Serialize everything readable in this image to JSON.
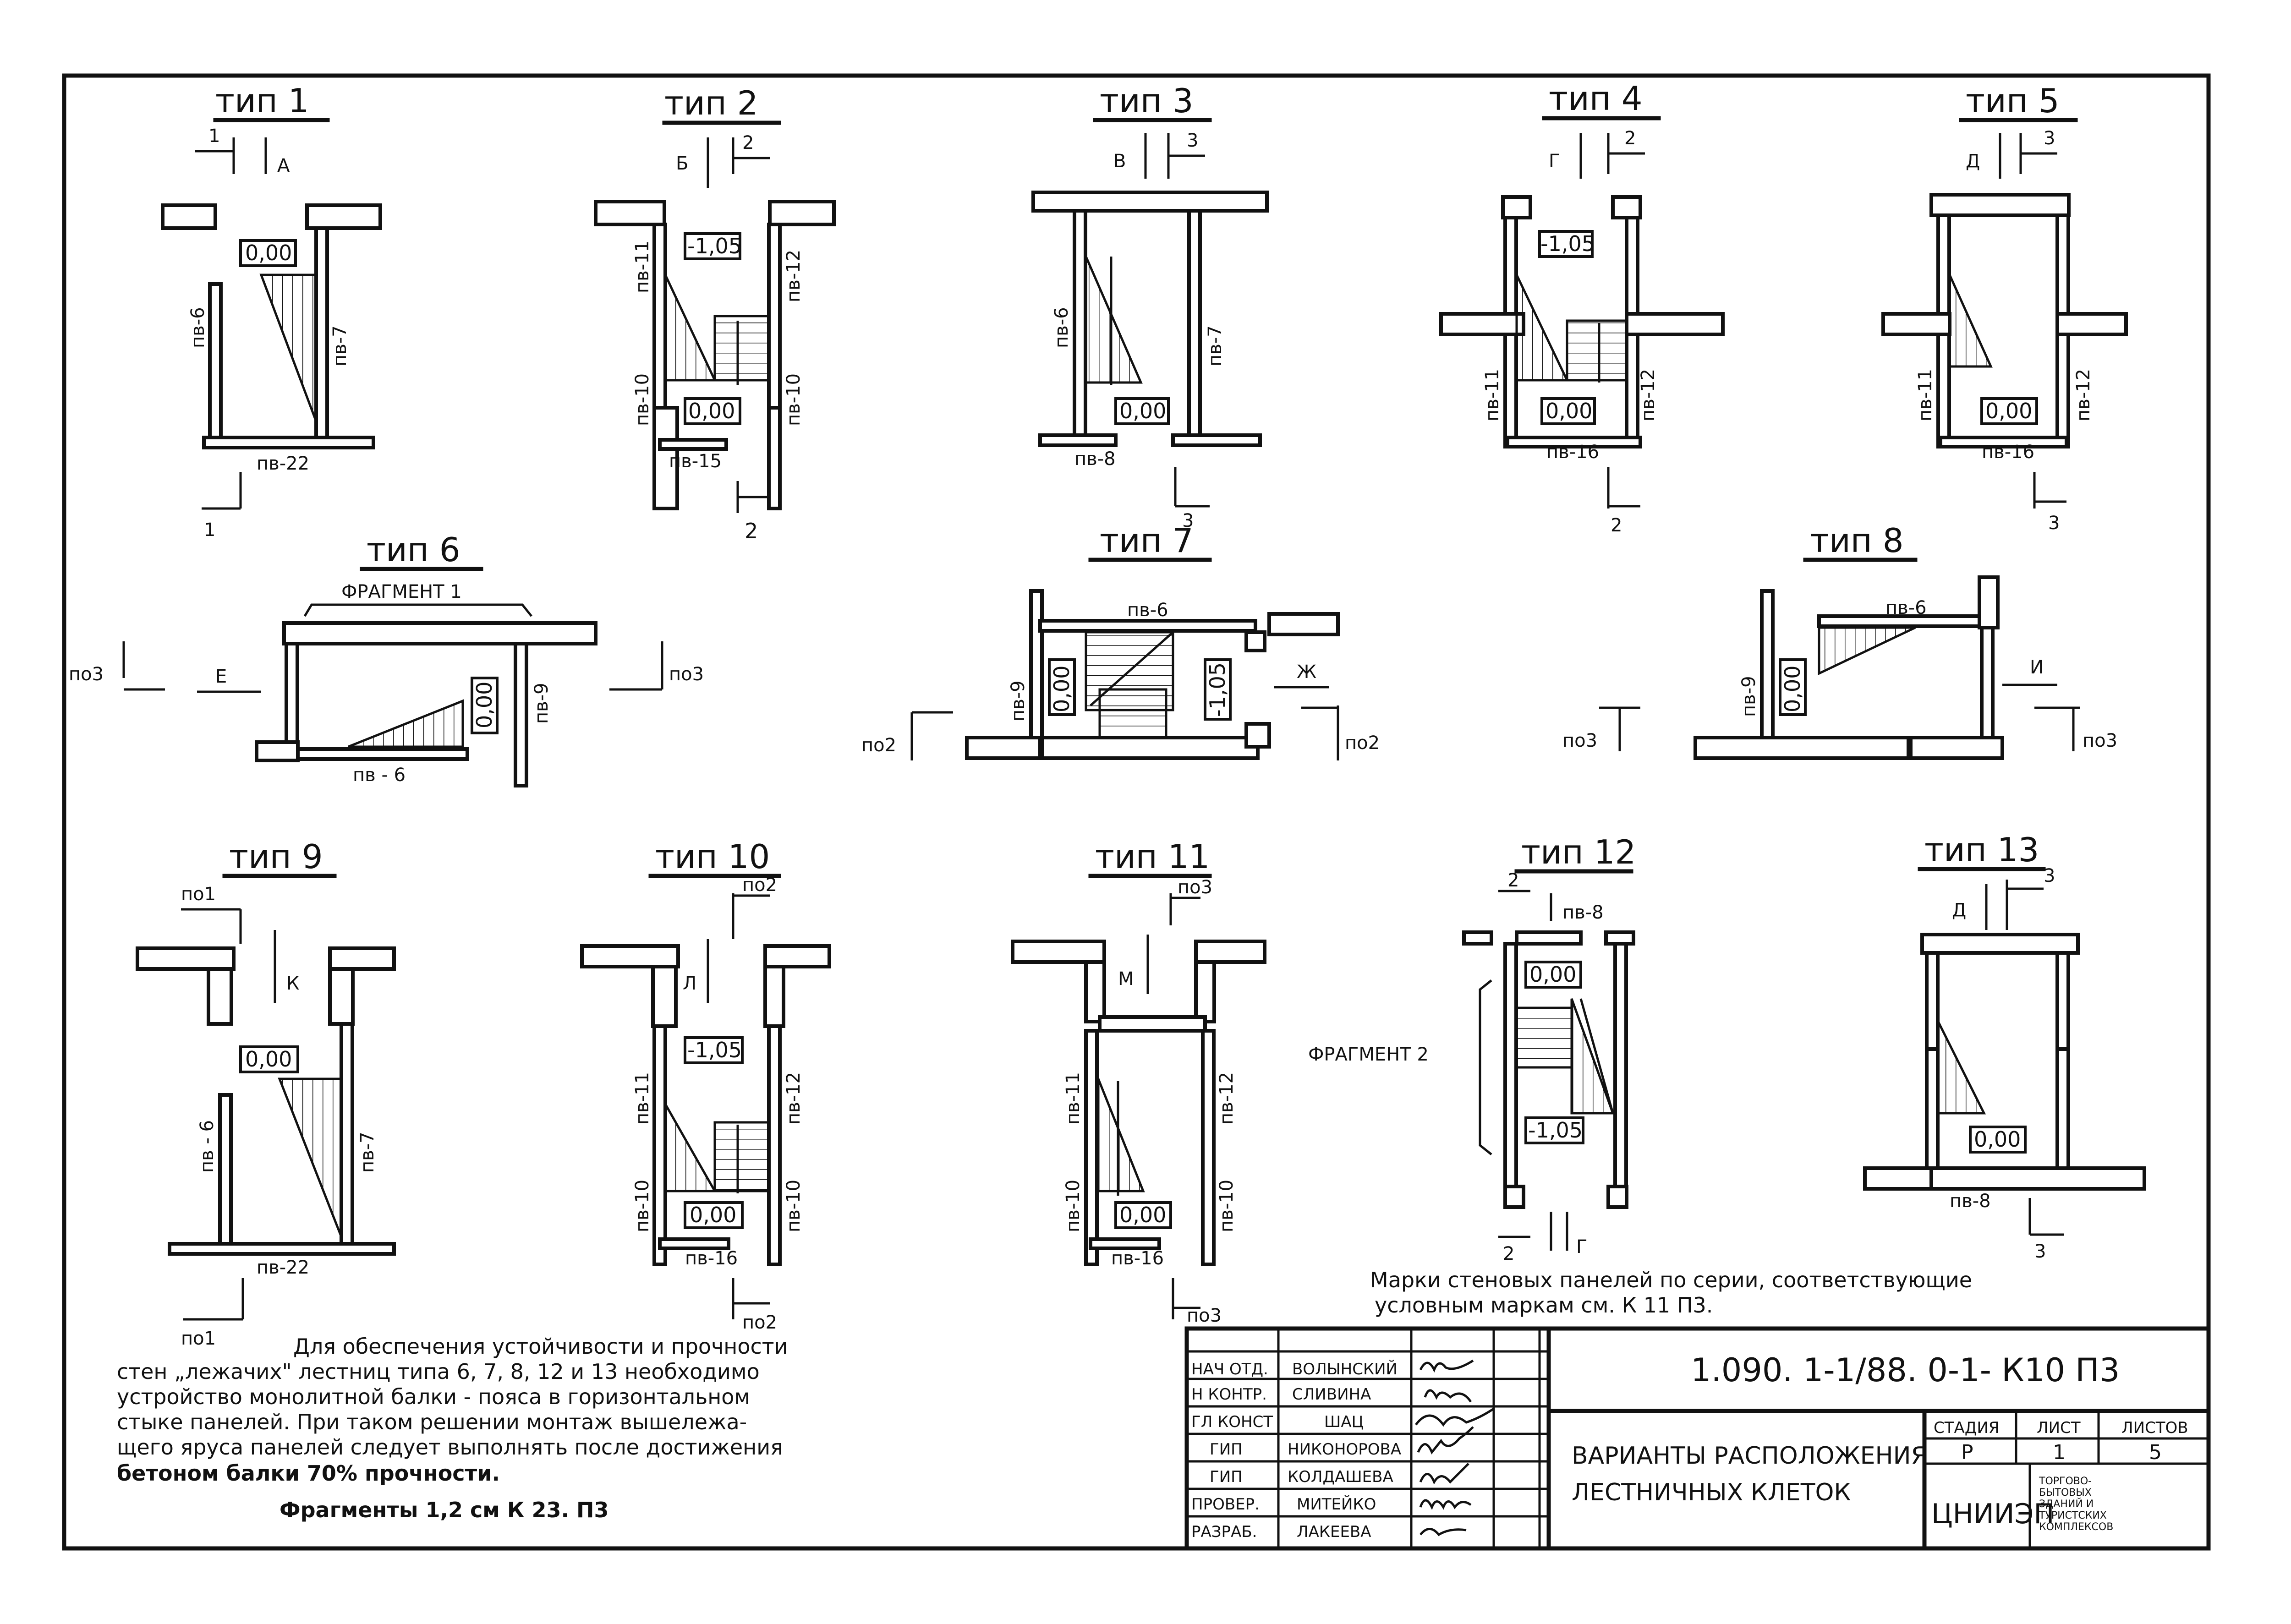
{
  "types": {
    "t1": {
      "title": "тип 1",
      "sec_top": "1",
      "view": "А",
      "level": "0,00",
      "left_panel": "пв-6",
      "right_panel": "пв-7",
      "bottom_panel": "пв-22",
      "sec_bottom": "1"
    },
    "t2": {
      "title": "тип 2",
      "view": "Б",
      "sec_top": "2",
      "level_top": "-1,05",
      "level_bottom": "0,00",
      "left_upper": "пв-11",
      "left_lower": "пв-10",
      "right_upper": "пв-12",
      "right_lower": "пв-10",
      "bottom_panel": "пв-15",
      "sec_bottom": "2"
    },
    "t3": {
      "title": "тип 3",
      "view": "В",
      "sec_top": "3",
      "level": "0,00",
      "left_panel": "пв-6",
      "right_panel": "пв-7",
      "bottom_panel": "пв-8",
      "sec_bottom": "3"
    },
    "t4": {
      "title": "тип 4",
      "view": "Г",
      "sec_top": "2",
      "level_top": "-1,05",
      "level_bottom": "0,00",
      "left_panel": "пв-11",
      "right_panel": "пв-12",
      "bottom_panel": "пв-16",
      "sec_bottom": "2"
    },
    "t5": {
      "title": "тип 5",
      "view": "Д",
      "sec_top": "3",
      "level": "0,00",
      "left_panel": "пв-11",
      "right_panel": "пв-12",
      "bottom_panel": "пв-16",
      "sec_bottom": "3"
    },
    "t6": {
      "title": "тип 6",
      "fragment": "ФРАГМЕНТ 1",
      "left_ref": "по3",
      "view": "Е",
      "right_ref": "по3",
      "level": "0,00",
      "right_panel": "пв-9",
      "bottom_panel": "пв - 6"
    },
    "t7": {
      "title": "тип 7",
      "top_panel": "пв-6",
      "left_panel": "пв-9",
      "level_left": "0,00",
      "level_right": "-1,05",
      "view": "Ж",
      "left_ref": "по2",
      "right_ref": "по2"
    },
    "t8": {
      "title": "тип 8",
      "top_panel": "пв-6",
      "left_panel": "пв-9",
      "level": "0,00",
      "view": "И",
      "left_ref": "по3",
      "right_ref": "по3"
    },
    "t9": {
      "title": "тип 9",
      "top_ref": "по1",
      "view": "К",
      "level": "0,00",
      "left_panel": "пв - 6",
      "right_panel": "пв-7",
      "bottom_panel": "пв-22",
      "bottom_ref": "по1"
    },
    "t10": {
      "title": "тип 10",
      "top_ref": "по2",
      "view": "Л",
      "level_top": "-1,05",
      "level_bottom": "0,00",
      "left_upper": "пв-11",
      "left_lower": "пв-10",
      "right_upper": "пв-12",
      "right_lower": "пв-10",
      "bottom_panel": "пв-16",
      "bottom_ref": "по2"
    },
    "t11": {
      "title": "тип 11",
      "top_ref": "по3",
      "view": "М",
      "level": "0,00",
      "left_upper": "пв-11",
      "left_lower": "пв-10",
      "right_upper": "пв-12",
      "right_lower": "пв-10",
      "bottom_panel": "пв-16",
      "bottom_ref": "по3"
    },
    "t12": {
      "title": "тип 12",
      "sec_top": "2",
      "top_panel": "пв-8",
      "level_top": "0,00",
      "level_bottom": "-1,05",
      "fragment": "ФРАГМЕНТ 2",
      "sec_bottom": "2",
      "view": "Г"
    },
    "t13": {
      "title": "тип 13",
      "view": "Д",
      "sec_top": "3",
      "level": "0,00",
      "bottom_panel": "пв-8",
      "sec_bottom": "3"
    }
  },
  "marks_note": {
    "line1": "Марки стеновых панелей по серии, соответствующие",
    "line2": "условным маркам см. К 11 П3."
  },
  "main_note": {
    "line1": "Для обеспечения устойчивости и прочности",
    "line2": "стен „лежачих\" лестниц  типа 6, 7, 8, 12 и 13 необходимо",
    "line3": "устройство монолитной балки - пояса в горизонтальном",
    "line4": "стыке панелей. При таком решении монтаж вышележа-",
    "line5": "щего яруса панелей следует выполнять после достижения",
    "line6": "бетоном балки 70% прочности.",
    "line7": "Фрагменты  1,2  см  К 23. П3"
  },
  "stamp": {
    "roles": [
      "НАЧ ОТД.",
      "Н КОНТР.",
      "ГЛ КОНСТ",
      "ГИП",
      "ГИП",
      "ПРОВЕР.",
      "РАЗРАБ."
    ],
    "names": [
      "ВОЛЫНСКИЙ",
      "СЛИВИНА",
      "ШАЦ",
      "НИКОНОРОВА",
      "КОЛДАШЕВА",
      "МИТЕЙКО",
      "ЛАКЕЕВА"
    ],
    "code": "1.090. 1-1/88. 0-1- К10 П3",
    "title_line1": "ВАРИАНТЫ РАСПОЛОЖЕНИЯ",
    "title_line2": "ЛЕСТНИЧНЫХ КЛЕТОК",
    "stage_label": "СТАДИЯ",
    "sheet_label": "ЛИСТ",
    "sheets_label": "ЛИСТОВ",
    "stage": "Р",
    "sheet": "1",
    "sheets": "5",
    "org": "ЦНИИЭП",
    "org_sub1": "ТОРГОВО-",
    "org_sub2": "БЫТОВЫХ",
    "org_sub3": "ЗДАНИЙ И",
    "org_sub4": "ТУРИСТСКИХ",
    "org_sub5": "КОМПЛЕКСОВ"
  }
}
